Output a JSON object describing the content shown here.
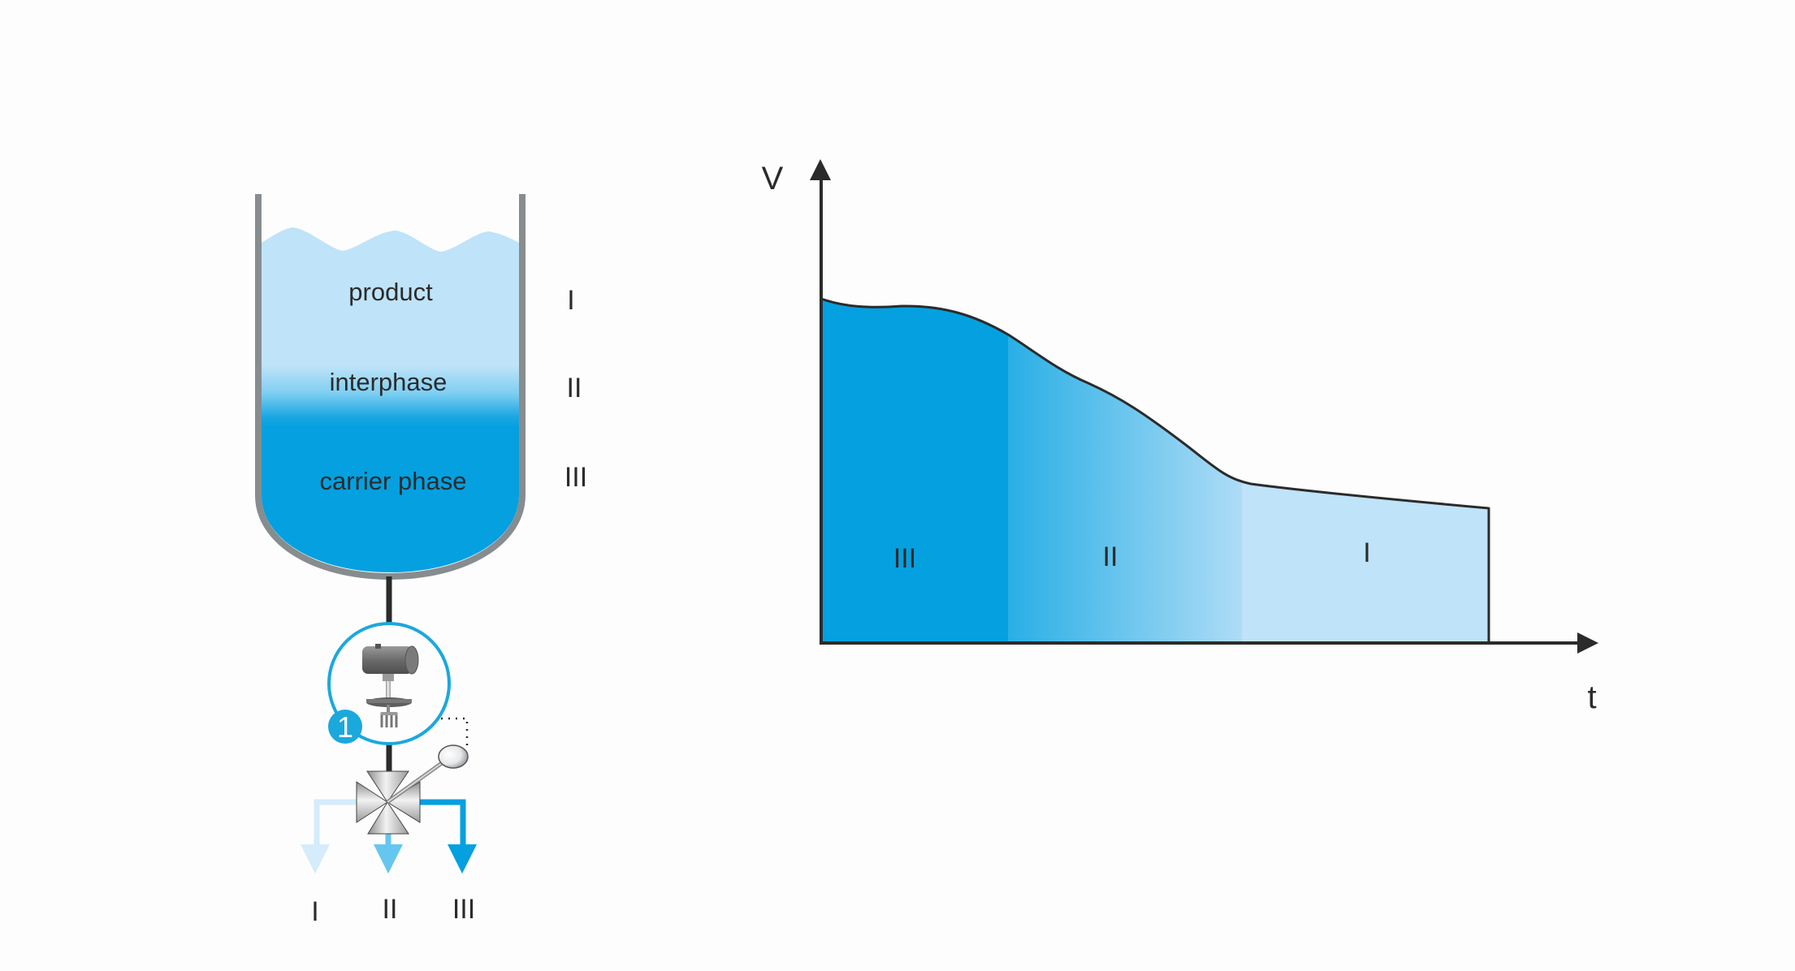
{
  "tank": {
    "layers": [
      {
        "label": "product",
        "roman": "I",
        "color": "#bfe3f8"
      },
      {
        "label": "interphase",
        "roman": "II",
        "color": "#66c6ef"
      },
      {
        "label": "carrier phase",
        "roman": "III",
        "color": "#04a0e0"
      }
    ],
    "wall_color": "#878c8f"
  },
  "sensor": {
    "badge_number": "1",
    "ring_color": "#1ba8dc"
  },
  "valve": {
    "outlets": [
      {
        "roman": "I",
        "color": "#d4ecfb"
      },
      {
        "roman": "II",
        "color": "#66c6ef"
      },
      {
        "roman": "III",
        "color": "#04a0e0"
      }
    ]
  },
  "chart_data": {
    "type": "area",
    "title": "",
    "xlabel": "t",
    "ylabel": "V",
    "x": [
      0,
      0.05,
      0.1,
      0.2,
      0.28,
      0.35,
      0.45,
      0.55,
      0.63,
      0.7,
      0.8,
      0.9,
      1.0
    ],
    "values": [
      0.99,
      0.98,
      0.985,
      0.96,
      0.89,
      0.82,
      0.72,
      0.55,
      0.47,
      0.46,
      0.44,
      0.41,
      0.39
    ],
    "regions": [
      {
        "label": "III",
        "x_start": 0.0,
        "x_end": 0.28,
        "color": "#04a0e0"
      },
      {
        "label": "II",
        "x_start": 0.28,
        "x_end": 0.63,
        "color_start": "#29afe6",
        "color_end": "#a8dbf6"
      },
      {
        "label": "I",
        "x_start": 0.63,
        "x_end": 1.0,
        "color": "#bfe3f8"
      }
    ],
    "grid": false,
    "legend": "none",
    "axis_color": "#2b2b2b"
  }
}
